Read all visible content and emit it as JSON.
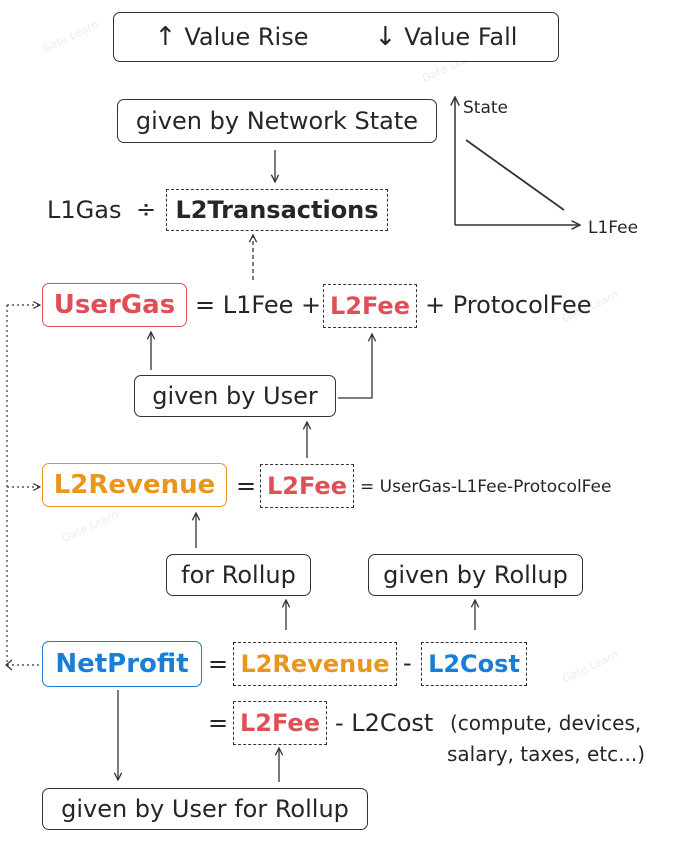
{
  "legend": {
    "rise": "Value Rise",
    "fall": "Value Fall",
    "rise_icon": "arrow-up-icon",
    "fall_icon": "arrow-down-icon"
  },
  "graph": {
    "y_label": "State",
    "x_label": "L1Fee"
  },
  "row1": {
    "given_network": "given by Network State",
    "l1gas": "L1Gas",
    "divide": "÷",
    "l2tx": "L2Transactions"
  },
  "row2": {
    "usergas": "UserGas",
    "eq_l1fee_plus": "= L1Fee +",
    "l2fee": "L2Fee",
    "plus_protocol": "+ ProtocolFee",
    "given_user": "given by User"
  },
  "row3": {
    "l2revenue": "L2Revenue",
    "eq": "=",
    "l2fee": "L2Fee",
    "formula": "= UserGas-L1Fee-ProtocolFee"
  },
  "row4": {
    "for_rollup": "for Rollup",
    "given_rollup": "given by Rollup"
  },
  "row5": {
    "netprofit": "NetProfit",
    "eq": "=",
    "l2revenue": "L2Revenue",
    "minus": "-",
    "l2cost": "L2Cost"
  },
  "row6": {
    "eq": "=",
    "l2fee": "L2Fee",
    "minus_cost": "- L2Cost",
    "note1": "(compute, devices,",
    "note2": "salary, taxes, etc...)"
  },
  "row7": {
    "given_user_rollup": "given by User for Rollup"
  },
  "colors": {
    "red": "#e04f55",
    "orange": "#e8961e",
    "blue": "#1a7fd4"
  }
}
